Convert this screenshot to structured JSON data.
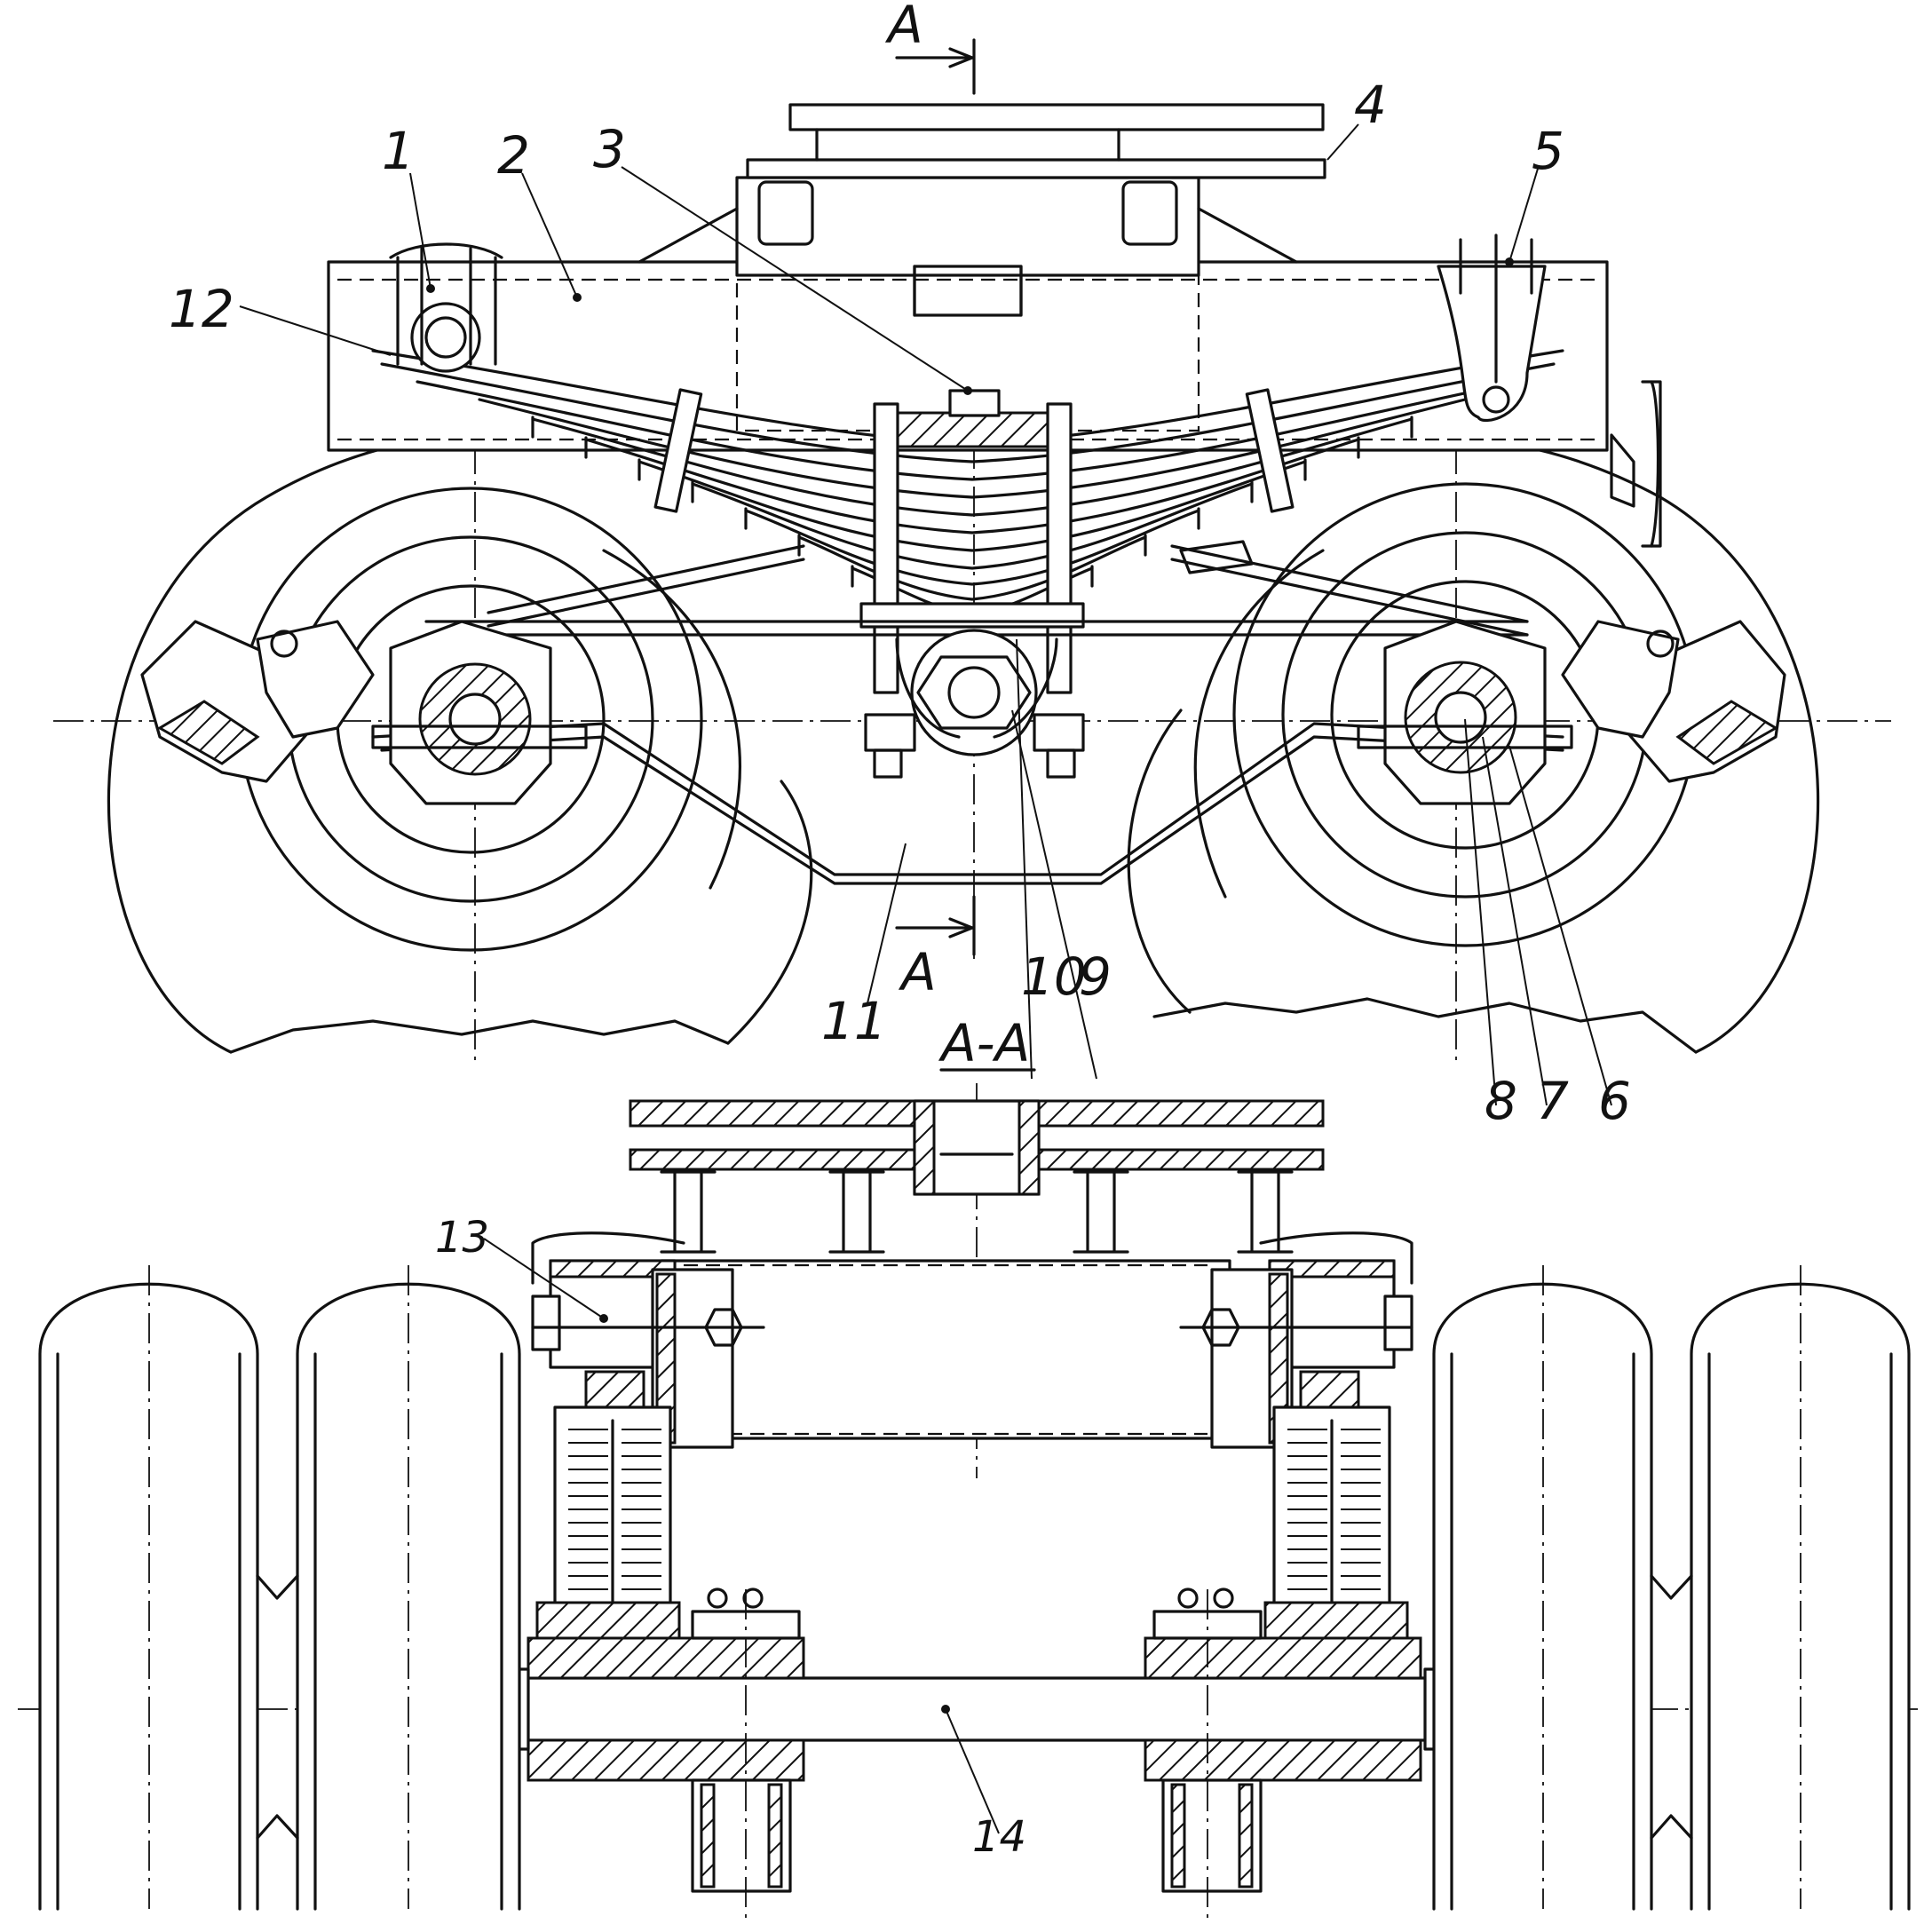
{
  "section_marks": {
    "top": "A",
    "bottom": "A",
    "section_title": "A-A"
  },
  "callouts": [
    "1",
    "2",
    "3",
    "4",
    "5",
    "6",
    "7",
    "8",
    "9",
    "10",
    "11",
    "12",
    "13",
    "14"
  ]
}
